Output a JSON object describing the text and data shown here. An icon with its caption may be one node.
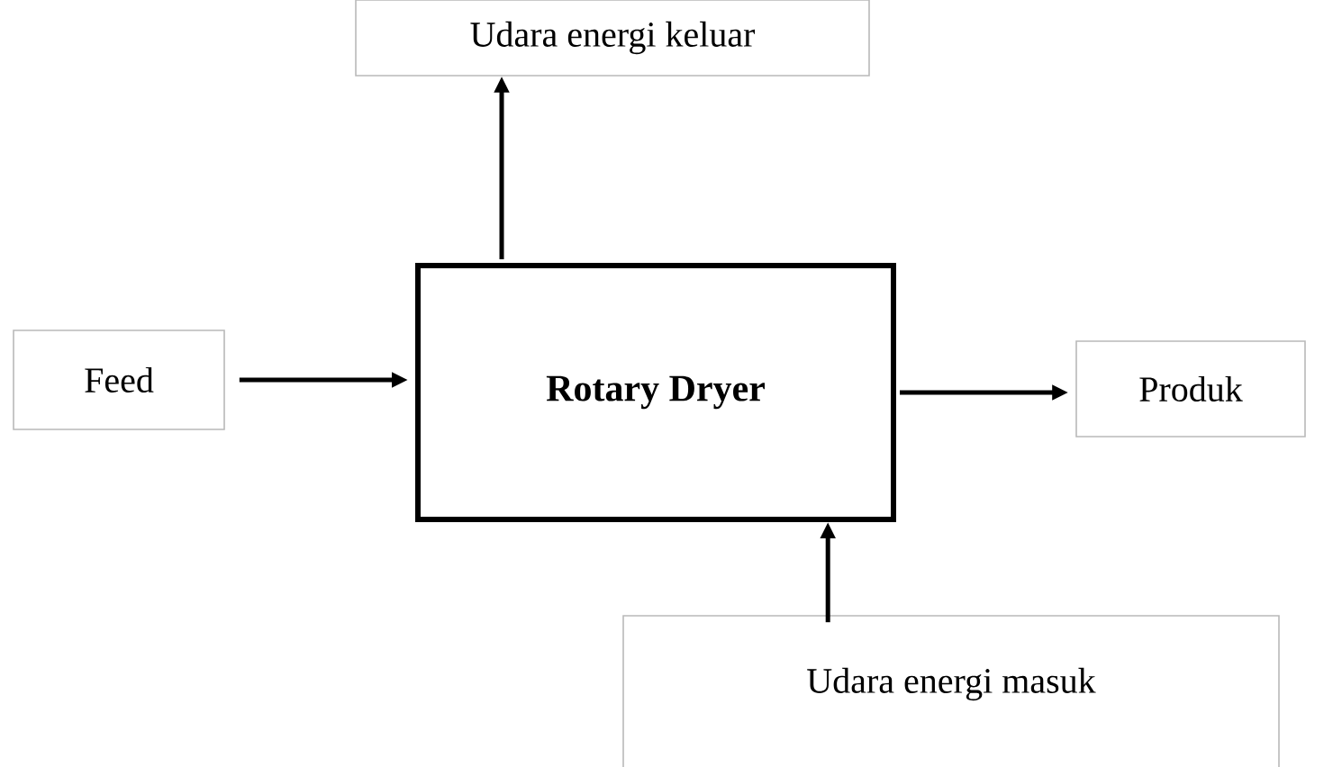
{
  "diagram": {
    "nodes": [
      {
        "text": [
          "Udara energi keluar"
        ]
      },
      {
        "text": [
          "Feed"
        ]
      },
      {
        "text": [
          "Rotary Dryer"
        ]
      },
      {
        "text": [
          "Produk"
        ]
      },
      {
        "text": [
          "Udara energi masuk"
        ]
      }
    ],
    "edges": [
      {
        "from": 1,
        "to": 2,
        "arrow": "to"
      },
      {
        "from": 2,
        "to": 0,
        "arrow": "to"
      },
      {
        "from": 2,
        "to": 3,
        "arrow": "to"
      },
      {
        "from": 4,
        "to": 2,
        "arrow": "to"
      }
    ]
  }
}
